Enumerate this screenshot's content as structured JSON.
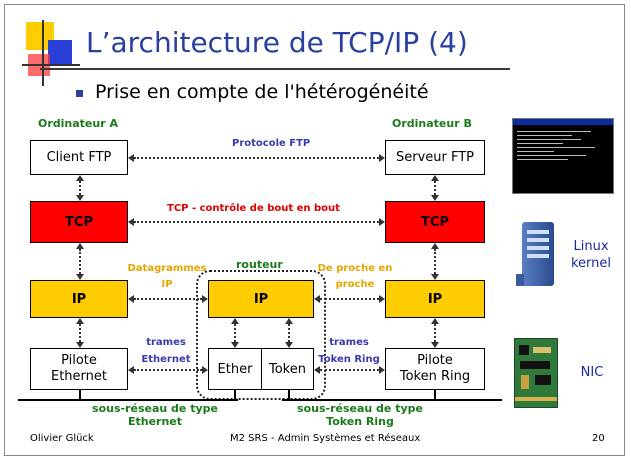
{
  "slide": {
    "title": "L’architecture de TCP/IP (4)",
    "bullet": "Prise en compte de l'hétérogénéité"
  },
  "diagram": {
    "computer_a": "Ordinateur A",
    "computer_b": "Ordinateur B",
    "router_label": "routeur",
    "client_ftp": "Client FTP",
    "server_ftp": "Serveur FTP",
    "ftp_protocol": "Protocole FTP",
    "tcp_label": "TCP",
    "tcp_protocol": "TCP - contrôle de bout en bout",
    "ip_label": "IP",
    "datagrams_line1": "Datagrammes",
    "datagrams_line2": "IP",
    "hop_line1": "De proche en",
    "hop_line2": "proche",
    "driver_eth_line1": "Pilote",
    "driver_eth_line2": "Ethernet",
    "driver_tr_line1": "Pilote",
    "driver_tr_line2": "Token Ring",
    "ether": "Ether",
    "token": "Token",
    "frames_eth_line1": "trames",
    "frames_eth_line2": "Ethernet",
    "frames_tr_line1": "trames",
    "frames_tr_line2": "Token Ring",
    "subnet_eth_line1": "sous-réseau de type",
    "subnet_eth_line2": "Ethernet",
    "subnet_tr_line1": "sous-réseau de type",
    "subnet_tr_line2": "Token Ring"
  },
  "side": {
    "linux_line1": "Linux",
    "linux_line2": "kernel",
    "nic": "NIC"
  },
  "footer": {
    "author": "Olivier Glück",
    "course": "M2 SRS - Admin Systèmes et Réseaux",
    "page": "20"
  },
  "colors": {
    "title": "#2a3f9e",
    "tcp_box": "#ff0000",
    "ip_box": "#ffcc00",
    "green_label": "#1a7a1a",
    "blue_label": "#3a3ab0",
    "red_label": "#e00000",
    "orange_label": "#e6a400"
  }
}
